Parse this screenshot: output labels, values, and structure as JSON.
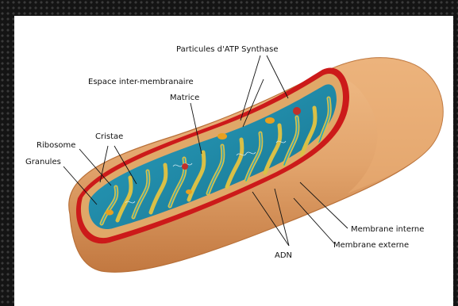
{
  "colors": {
    "outer_membrane": "#e2a46c",
    "outer_membrane_shadow": "#c97f45",
    "cut_edge_red": "#cc1a1a",
    "matrix_teal": "#1e8aa8",
    "cristae_yellow": "#d9c046",
    "granule_orange": "#e8a020",
    "ribosome_red": "#c0302a"
  },
  "labels": {
    "atp_synthase": "Particules d'ATP Synthase",
    "intermembrane_space": "Espace inter-membranaire",
    "matrix": "Matrice",
    "cristae": "Cristae",
    "ribosome": "Ribosome",
    "granules": "Granules",
    "inner_membrane": "Membrane interne",
    "outer_membrane": "Membrane externe",
    "dna": "ADN"
  }
}
